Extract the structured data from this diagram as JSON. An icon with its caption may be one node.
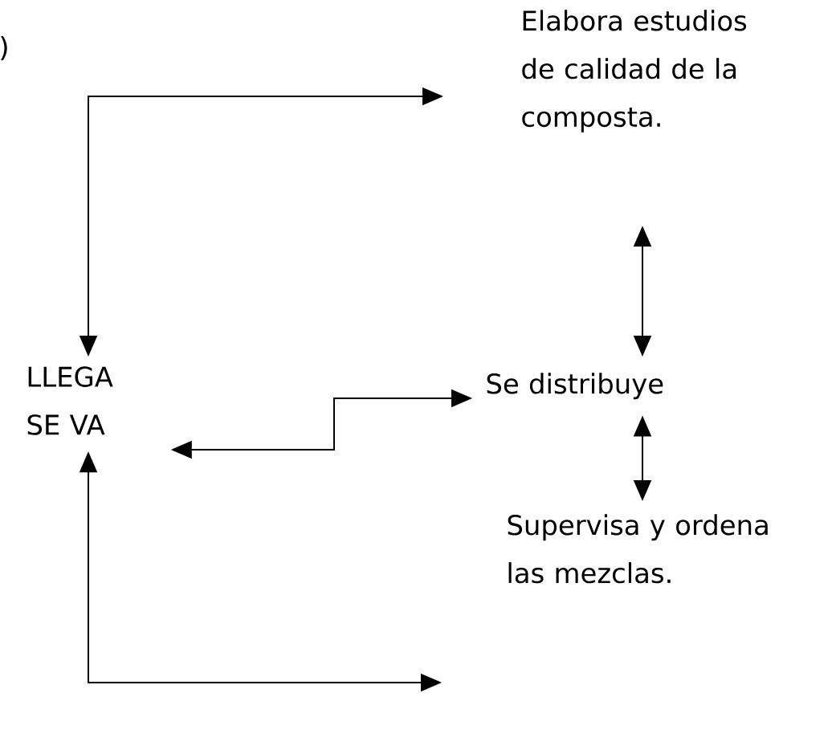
{
  "diagram": {
    "nodes": [
      {
        "text": [
          "Elabora estudios de calidad de la composta."
        ]
      },
      {
        "text": [
          "LLEGA SE VA"
        ]
      },
      {
        "text": [
          "Se distribuye"
        ]
      },
      {
        "text": [
          "Supervisa y ordena las mezclas."
        ]
      }
    ],
    "edges": [
      {
        "from": 1,
        "to": 0,
        "arrow": "both"
      },
      {
        "from": 1,
        "to": 2,
        "arrow": "both"
      },
      {
        "from": 0,
        "to": 2,
        "arrow": "both"
      },
      {
        "from": 2,
        "to": 3,
        "arrow": "both"
      },
      {
        "from": 1,
        "to": 3,
        "arrow": "both"
      }
    ],
    "labels": [
      ")"
    ]
  }
}
